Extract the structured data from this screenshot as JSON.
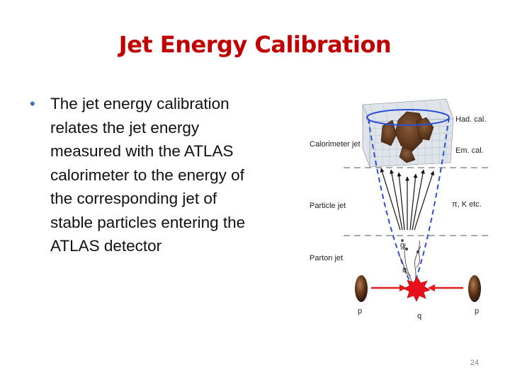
{
  "slide": {
    "title": "Jet Energy Calibration",
    "bullet_text": "The jet energy calibration relates the jet energy measured with the ATLAS calorimeter to the energy of the corresponding jet of stable particles entering the ATLAS detector",
    "page_number": "24"
  },
  "diagram": {
    "labels": {
      "had_cal": "Had. cal.",
      "em_cal": "Em. cal.",
      "calorimeter_jet": "Calorimeter jet",
      "particle_jet": "Particle jet",
      "pi_k": "π, K etc.",
      "parton_jet": "Parton jet",
      "g": "g",
      "q_upper": "q",
      "q_lower": "q",
      "p_left": "p",
      "p_right": "p"
    },
    "colors": {
      "title": "#c00000",
      "cone": "#2a4fd6",
      "beam_arrow": "#e01b1b",
      "collision": "#e8101a",
      "deposit": "#6b4226",
      "proton": "#5a3318"
    }
  }
}
